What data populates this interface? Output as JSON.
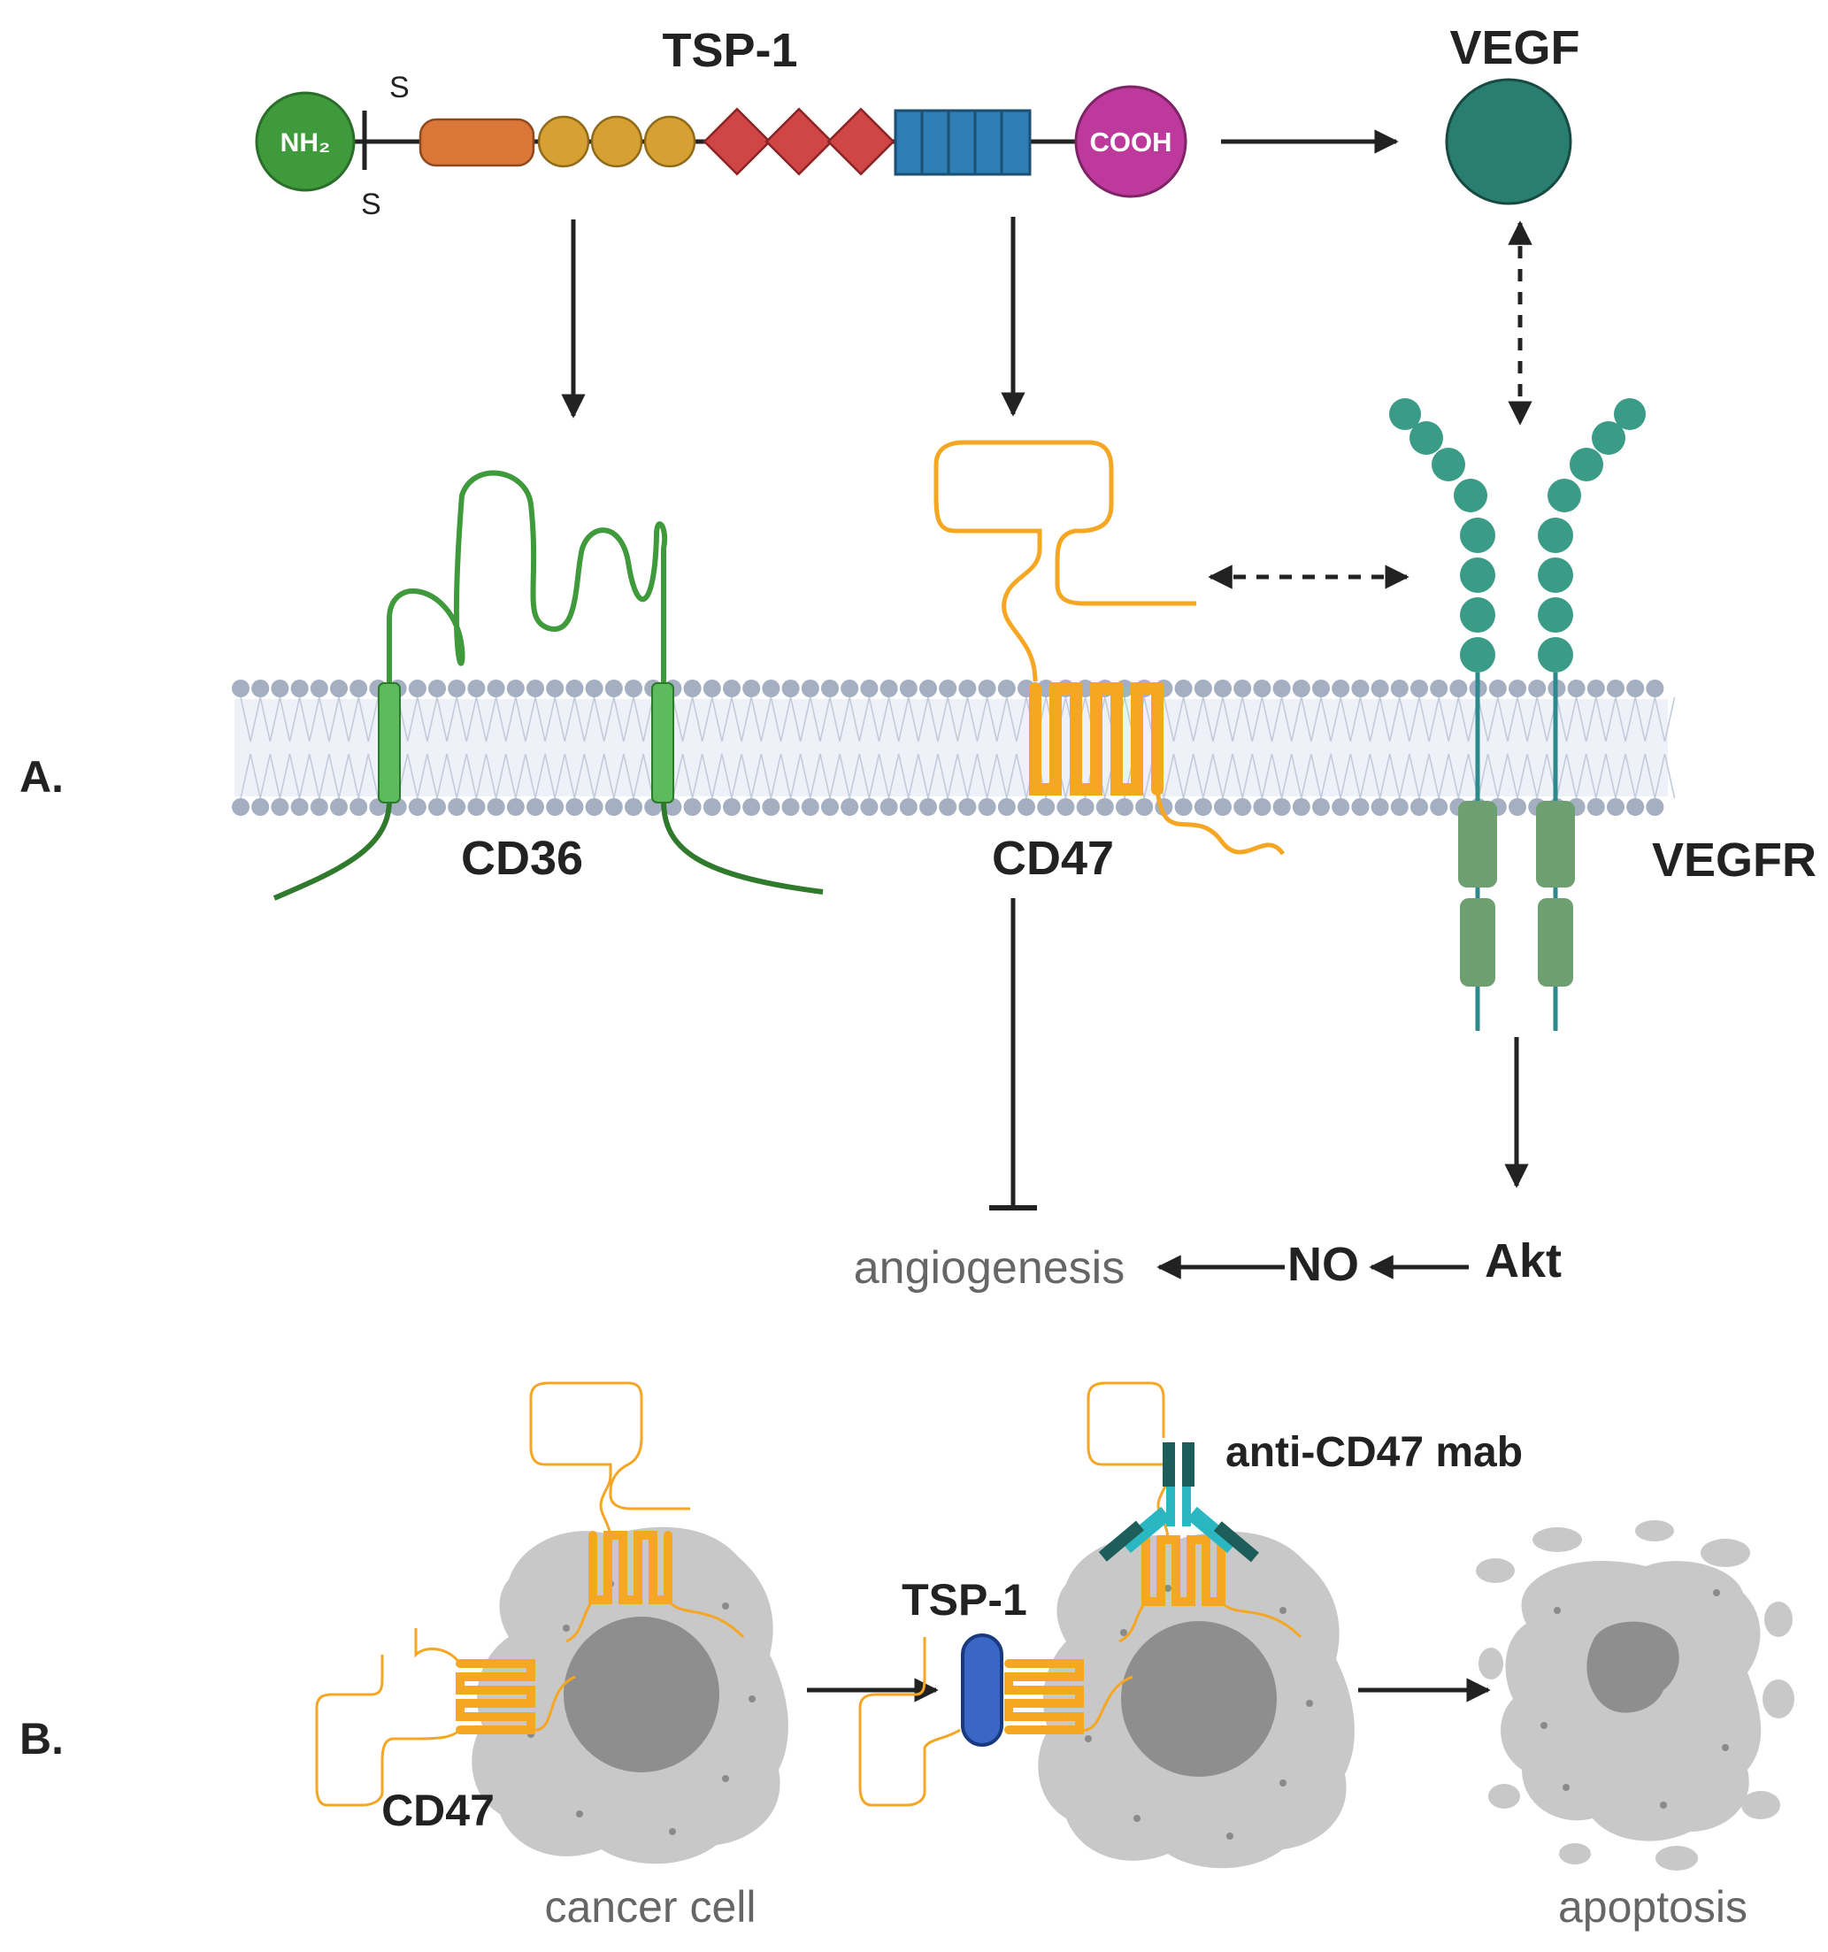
{
  "panel_labels": {
    "a": "A.",
    "b": "B."
  },
  "labels": {
    "tsp1": "TSP-1",
    "vegf": "VEGF",
    "nh2": "NH₂",
    "cooh": "COOH",
    "disulfide_top": "S",
    "disulfide_bottom": "S",
    "cd36": "CD36",
    "cd47": "CD47",
    "vegfr": "VEGFR",
    "angiogenesis": "angiogenesis",
    "no": "NO",
    "akt": "Akt"
  },
  "panel_b": {
    "cd47": "CD47",
    "tsp1": "TSP-1",
    "antibody": "anti-CD47 mab",
    "cancer_cell": "cancer cell",
    "apoptosis": "apoptosis"
  },
  "colors": {
    "nh2": "#3e9a3a",
    "cd36": "#3f9a3c",
    "cd36_tm": "#5dbb5d",
    "linker_domain": "#d97638",
    "round_domain": "#d6a033",
    "diamond_domain": "#d04545",
    "repeat_domain": "#2e7eb3",
    "cooh": "#bd3a9c",
    "vegf": "#2a7e70",
    "vegfr": "#3a9b86",
    "vegfr_tm": "#6e9f70",
    "cd47": "#f5a623",
    "membrane_head": "#a4afc2",
    "tsp1_ligand": "#3a66c5",
    "antibody_dark": "#1d5e5a",
    "antibody_light": "#2bb7c2",
    "cell": "#c8c8c8",
    "nucleus": "#8e8e8e",
    "arrow": "#222222"
  }
}
